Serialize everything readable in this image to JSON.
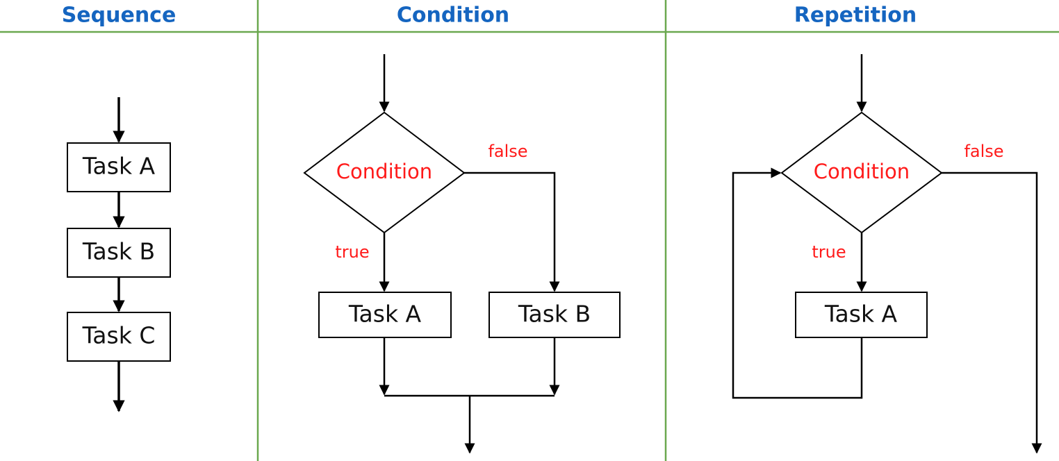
{
  "colors": {
    "title": "#1565c0",
    "divider": "#6aa84f",
    "condition_text": "#ff1a1a",
    "branch_text": "#ff1a1a",
    "line": "#000000"
  },
  "columns": {
    "sequence": {
      "title": "Sequence",
      "tasks": [
        "Task A",
        "Task B",
        "Task C"
      ]
    },
    "condition": {
      "title": "Condition",
      "decision_label": "Condition",
      "true_label": "true",
      "false_label": "false",
      "tasks": [
        "Task A",
        "Task B"
      ]
    },
    "repetition": {
      "title": "Repetition",
      "decision_label": "Condition",
      "true_label": "true",
      "false_label": "false",
      "tasks": [
        "Task A"
      ]
    }
  }
}
